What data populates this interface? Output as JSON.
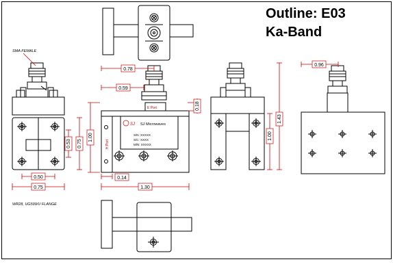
{
  "title": {
    "line1": "Outline: E03",
    "line2": "Ka-Band"
  },
  "labels": {
    "sma": "SMA FEMALE",
    "flange": "WR28, UG599/U FLANGE",
    "eport": "E Port",
    "hport": "H Port",
    "brand": "SJ Microwaves",
    "logo": "SJ",
    "sn": "S/N: XXXXX",
    "sc": "S/C: XXXX",
    "mn": "M/N: XXXXX"
  },
  "dims": {
    "d078": "0.78",
    "d059": "0.59",
    "d018": "0.18",
    "d100a": "1.00",
    "d014": "0.14",
    "d130": "1.30",
    "d053": "0.53",
    "d075v": "0.75",
    "d050": "0.50",
    "d075h": "0.75",
    "d143": "1.43",
    "d100b": "1.00",
    "d096": "0.96"
  },
  "colors": {
    "line": "#000000",
    "dim": "#cc0000",
    "label": "#d40000"
  }
}
